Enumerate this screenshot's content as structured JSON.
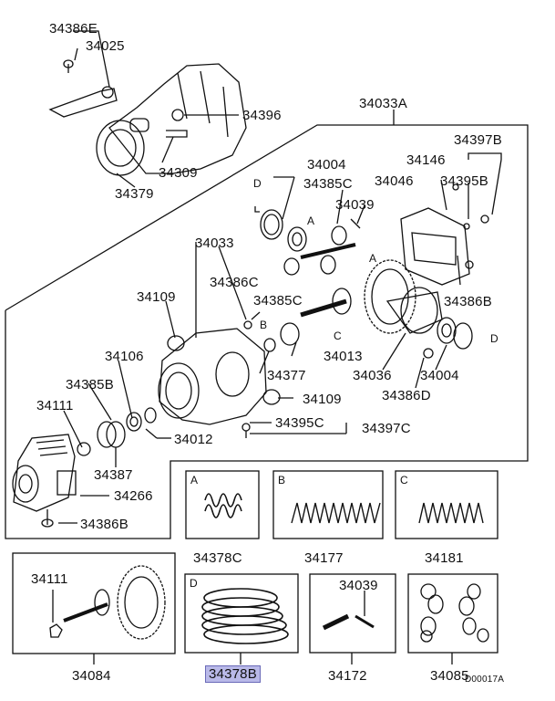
{
  "parts": {
    "p34386E": "34386E",
    "p34025": "34025",
    "p34396": "34396",
    "p34309": "34309",
    "p34379": "34379",
    "p34033A": "34033A",
    "p34397B": "34397B",
    "p34004_top": "34004",
    "p34385C_top": "34385C",
    "p34039_top": "34039",
    "p34146": "34146",
    "p34046": "34046",
    "p34395B": "34395B",
    "p34033": "34033",
    "p34386C": "34386C",
    "p34109_top": "34109",
    "p34385C_mid": "34385C",
    "p34386B_right": "34386B",
    "p34106": "34106",
    "p34013": "34013",
    "p34385B": "34385B",
    "p34377": "34377",
    "p34036": "34036",
    "p34004_bot": "34004",
    "p34111_left": "34111",
    "p34109_mid": "34109",
    "p34386D": "34386D",
    "p34395C": "34395C",
    "p34397C": "34397C",
    "p34012": "34012",
    "p34387": "34387",
    "p34266": "34266",
    "p34386B_left": "34386B",
    "p34378C": "34378C",
    "p34177": "34177",
    "p34181": "34181",
    "p34111_box": "34111",
    "p34039_box": "34039",
    "p34084": "34084",
    "p34378B": "34378B",
    "p34172": "34172",
    "p34085": "34085"
  },
  "letters": {
    "D": "D",
    "A": "A",
    "B": "B",
    "C": "C"
  },
  "diagram_code": "D00017A",
  "highlight_color": "#b9b9e8"
}
